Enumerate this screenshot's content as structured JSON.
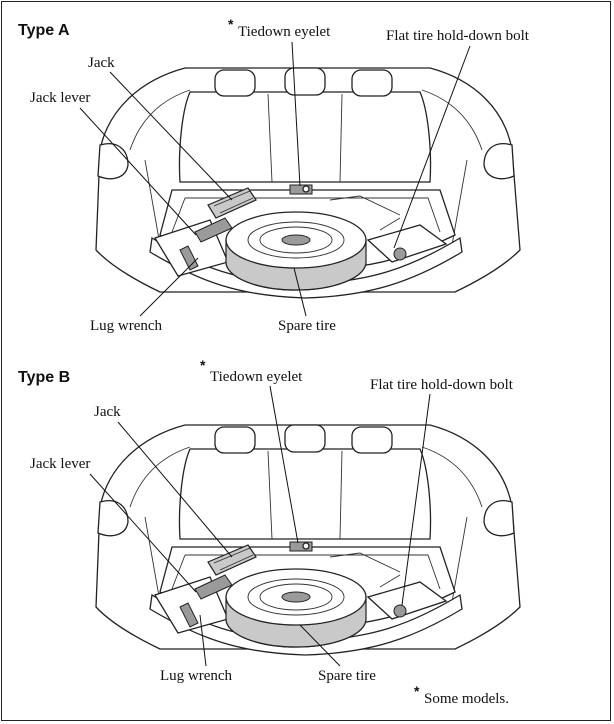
{
  "panel_a": {
    "title": "Type A",
    "labels": {
      "tiedown_eyelet": "Tiedown eyelet",
      "flat_tire_bolt": "Flat tire hold-down bolt",
      "jack": "Jack",
      "jack_lever": "Jack lever",
      "lug_wrench": "Lug wrench",
      "spare_tire": "Spare tire"
    }
  },
  "panel_b": {
    "title": "Type B",
    "labels": {
      "tiedown_eyelet": "Tiedown eyelet",
      "flat_tire_bolt": "Flat tire hold-down bolt",
      "jack": "Jack",
      "jack_lever": "Jack lever",
      "lug_wrench": "Lug wrench",
      "spare_tire": "Spare tire"
    }
  },
  "asterisk": "*",
  "footnote": "Some models."
}
